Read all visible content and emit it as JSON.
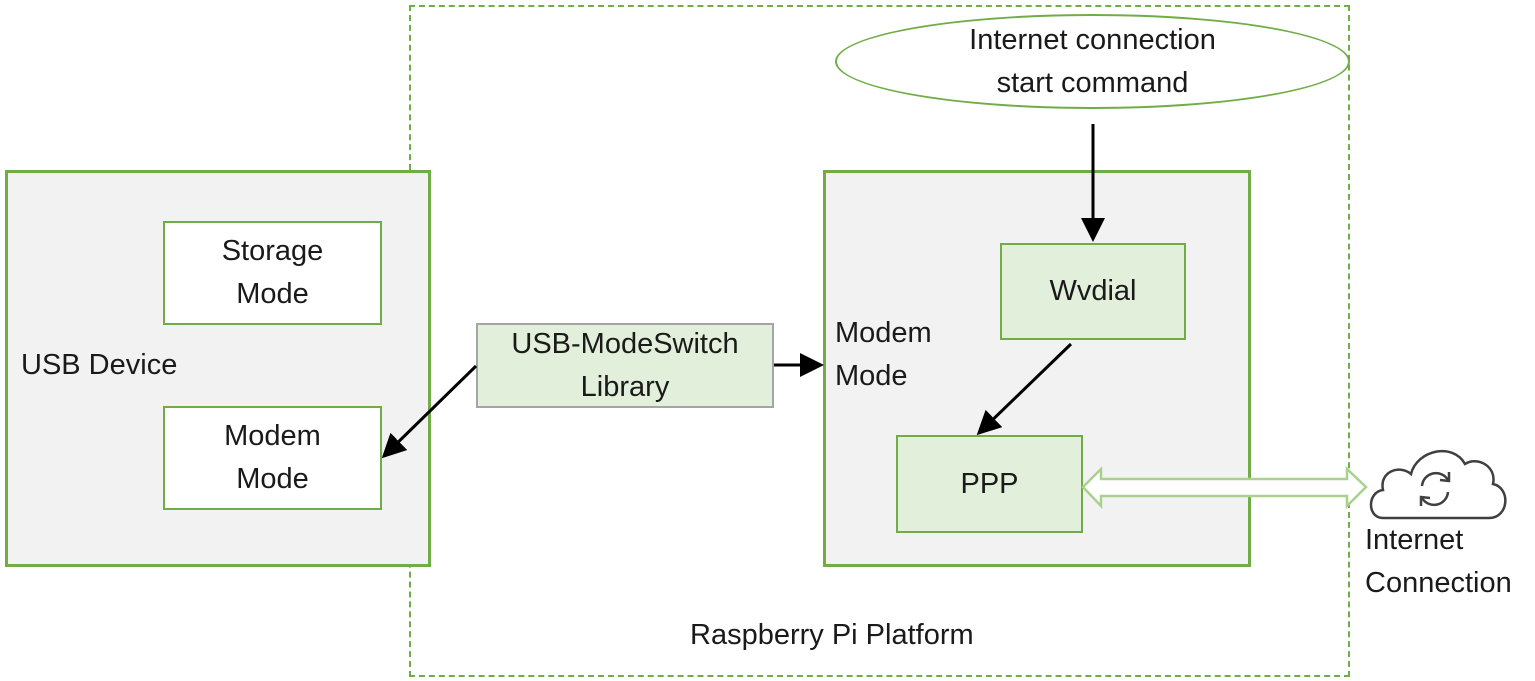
{
  "platform": {
    "label": "Raspberry Pi Platform"
  },
  "usb_device": {
    "label": "USB Device",
    "storage_mode": "Storage\nMode",
    "modem_mode": "Modem\nMode"
  },
  "library": {
    "label": "USB-ModeSwitch\nLibrary"
  },
  "modem_panel": {
    "label": "Modem\nMode",
    "wvdial": "Wvdial",
    "ppp": "PPP"
  },
  "start_command": {
    "label": "Internet connection\nstart command"
  },
  "internet": {
    "label": "Internet\nConnection",
    "icon": "cloud-sync-icon"
  },
  "colors": {
    "border_green": "#70ad47",
    "fill_green": "#e2efda",
    "panel_grey": "#f2f2f2"
  }
}
